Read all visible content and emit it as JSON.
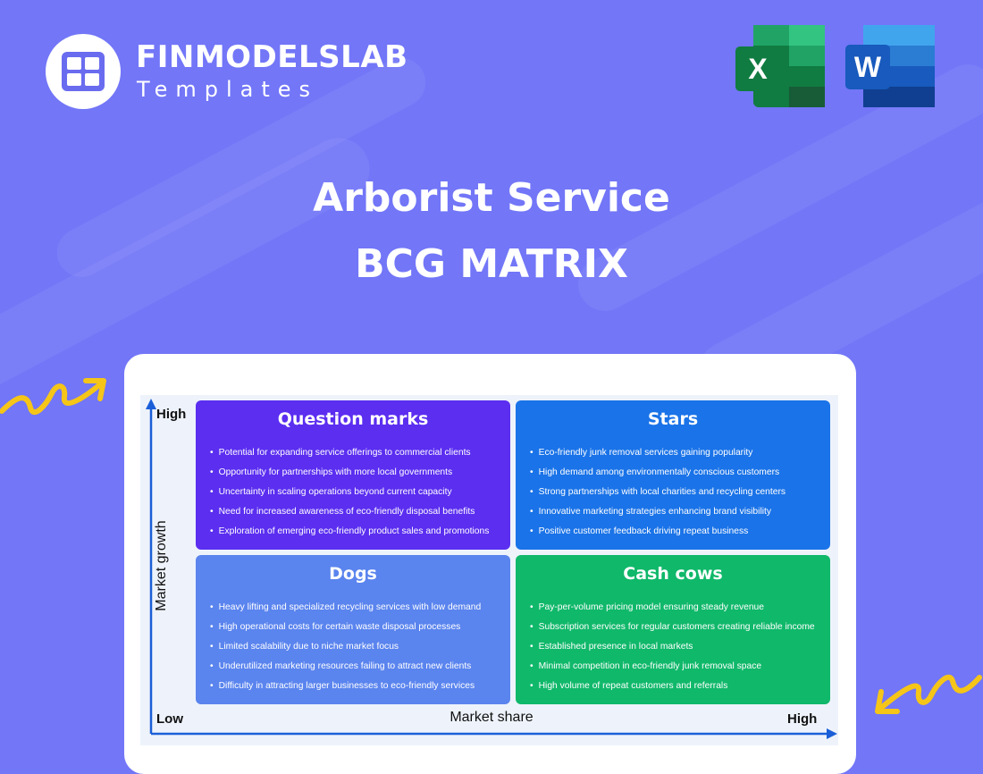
{
  "brand": {
    "name": "FINMODELSLAB",
    "sub": "Templates"
  },
  "apps": [
    {
      "name": "excel-icon",
      "letter": "X"
    },
    {
      "name": "word-icon",
      "letter": "W"
    }
  ],
  "title": {
    "line1": "Arborist Service",
    "line2": "BCG MATRIX"
  },
  "matrix": {
    "y_axis": "Market growth",
    "x_axis": "Market share",
    "y_high": "High",
    "x_low": "Low",
    "x_high": "High",
    "quadrants": {
      "question_marks": {
        "title": "Question marks",
        "color": "#5b2ef0",
        "items": [
          "Potential for expanding service offerings to commercial clients",
          "Opportunity for partnerships with more local governments",
          "Uncertainty in scaling operations beyond current capacity",
          "Need for increased awareness of eco-friendly disposal benefits",
          "Exploration of emerging eco-friendly product sales and promotions"
        ]
      },
      "stars": {
        "title": "Stars",
        "color": "#1a73e8",
        "items": [
          "Eco-friendly junk removal services gaining popularity",
          "High demand among environmentally conscious customers",
          "Strong partnerships with local charities and recycling centers",
          "Innovative marketing strategies enhancing brand visibility",
          "Positive customer feedback driving repeat business"
        ]
      },
      "dogs": {
        "title": "Dogs",
        "color": "#5a84ee",
        "items": [
          "Heavy lifting and specialized recycling services with low demand",
          "High operational costs for certain waste disposal processes",
          "Limited scalability due to niche market focus",
          "Underutilized marketing resources failing to attract new clients",
          "Difficulty in attracting larger businesses to eco-friendly services"
        ]
      },
      "cash_cows": {
        "title": "Cash cows",
        "color": "#10b86a",
        "items": [
          "Pay-per-volume pricing model ensuring steady revenue",
          "Subscription services for regular customers creating reliable income",
          "Established presence in local markets",
          "Minimal competition in eco-friendly junk removal space",
          "High volume of repeat customers and referrals"
        ]
      }
    }
  }
}
